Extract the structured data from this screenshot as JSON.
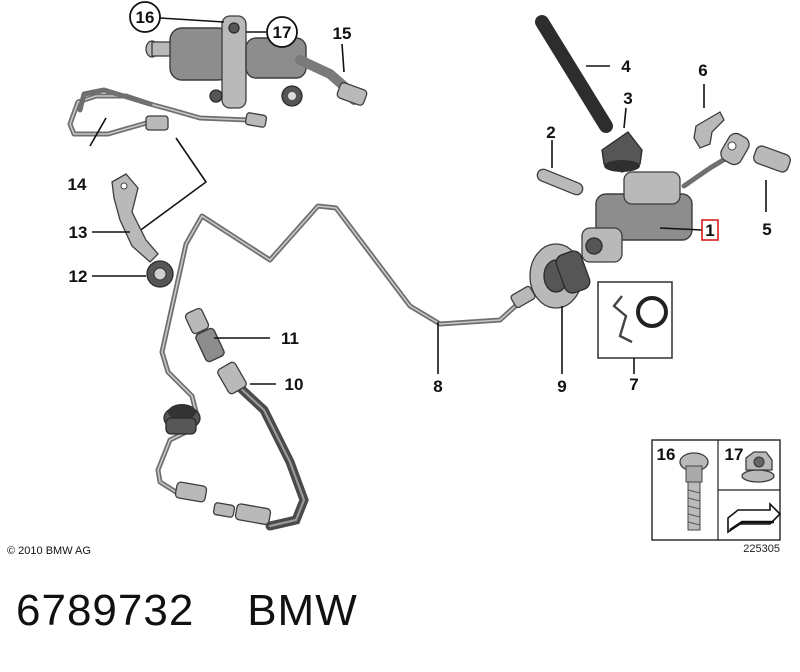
{
  "callouts": {
    "c1": "1",
    "c2": "2",
    "c3": "3",
    "c4": "4",
    "c5": "5",
    "c6": "6",
    "c7": "7",
    "c8": "8",
    "c9": "9",
    "c10": "10",
    "c11": "11",
    "c12": "12",
    "c13": "13",
    "c14": "14",
    "c15": "15",
    "c16": "16",
    "c17": "17"
  },
  "legend": {
    "bolt_label": "16",
    "nut_label": "17"
  },
  "copyright": "© 2010 BMW AG",
  "diagram_ref": "225305",
  "part_number": "6789732",
  "brand": "BMW",
  "colors": {
    "highlight_box": "#d42020",
    "ink": "#111111",
    "metal": "#8d8d8d"
  }
}
